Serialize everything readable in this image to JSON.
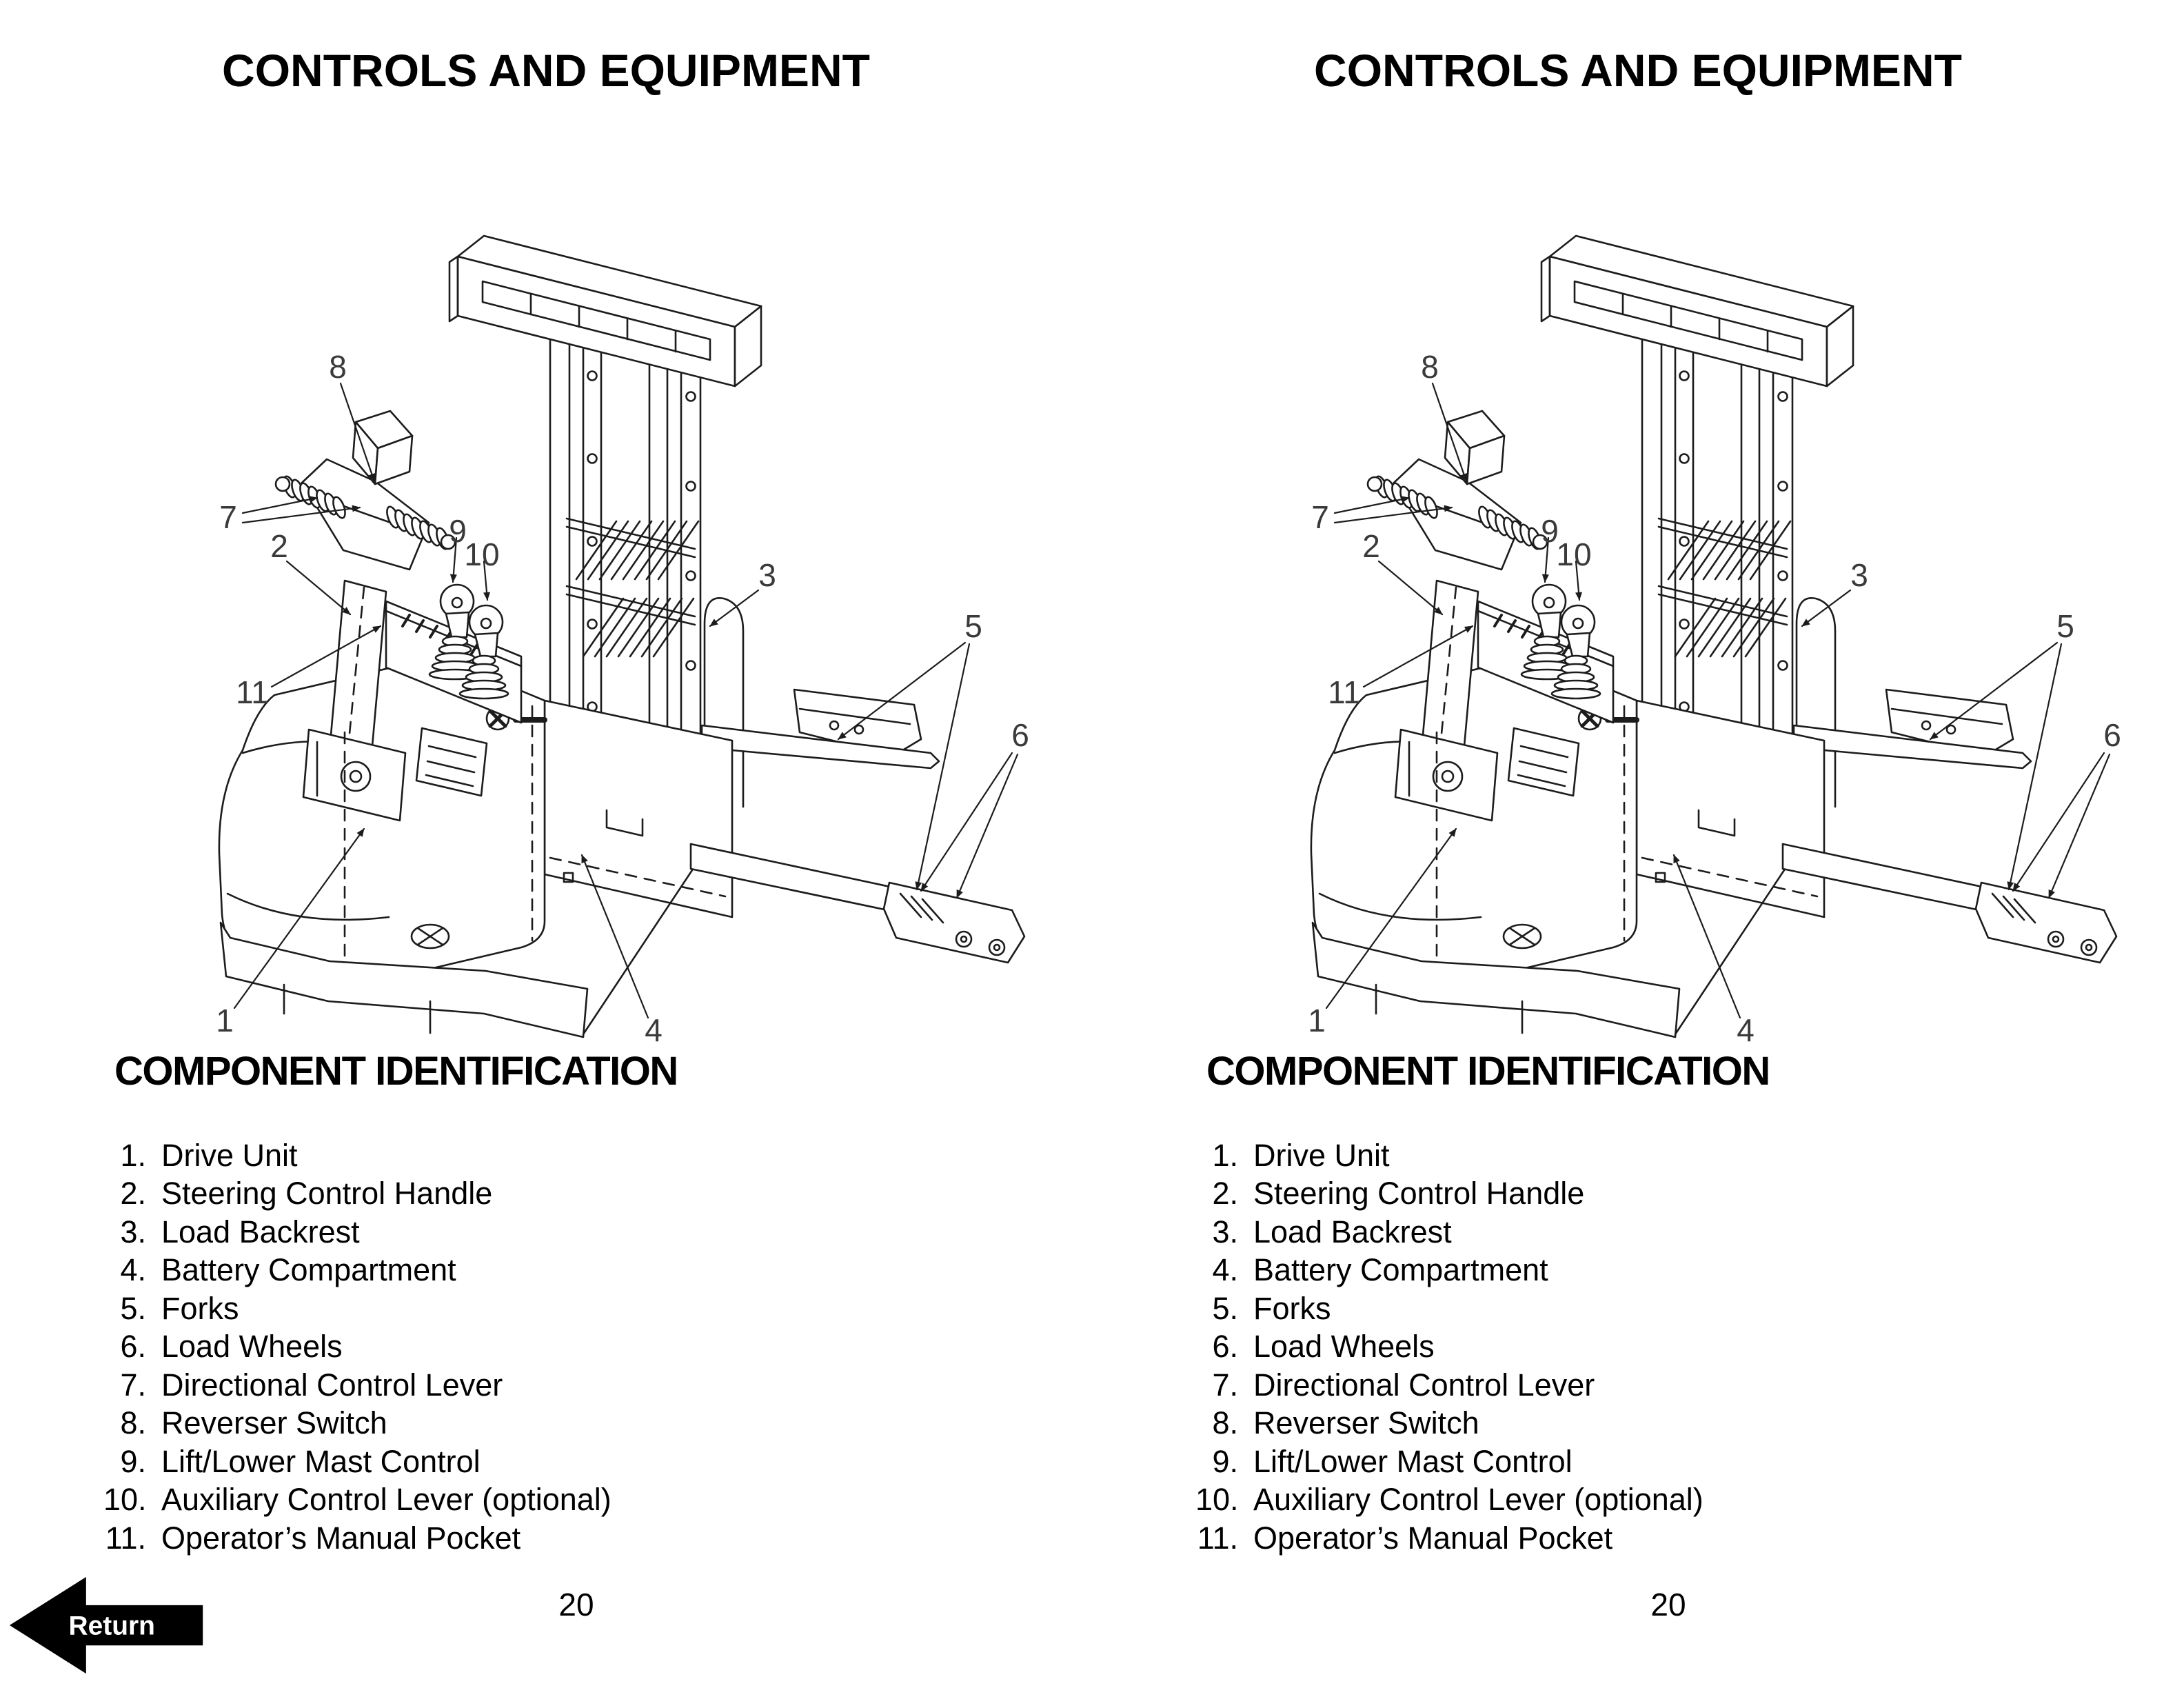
{
  "colors": {
    "paper": "#ffffff",
    "ink": "#1c1c1c",
    "callout_ink": "#3a3a3a"
  },
  "page": {
    "title": "CONTROLS AND EQUIPMENT",
    "section_heading": "COMPONENT IDENTIFICATION",
    "page_number": "20",
    "components": [
      {
        "num": "1.",
        "label": "Drive Unit"
      },
      {
        "num": "2.",
        "label": "Steering Control Handle"
      },
      {
        "num": "3.",
        "label": "Load Backrest"
      },
      {
        "num": "4.",
        "label": "Battery Compartment"
      },
      {
        "num": "5.",
        "label": "Forks"
      },
      {
        "num": "6.",
        "label": "Load Wheels"
      },
      {
        "num": "7.",
        "label": "Directional Control Lever"
      },
      {
        "num": "8.",
        "label": "Reverser Switch"
      },
      {
        "num": "9.",
        "label": "Lift/Lower Mast Control"
      },
      {
        "num": "10.",
        "label": "Auxiliary Control Lever (optional)"
      },
      {
        "num": "11.",
        "label": "Operator’s Manual Pocket"
      }
    ]
  },
  "diagram": {
    "callouts": {
      "c1": "1",
      "c2": "2",
      "c3": "3",
      "c4": "4",
      "c5": "5",
      "c6": "6",
      "c7": "7",
      "c8": "8",
      "c9": "9",
      "c10": "10",
      "c11": "11"
    }
  },
  "return_button": {
    "label": "Return"
  }
}
